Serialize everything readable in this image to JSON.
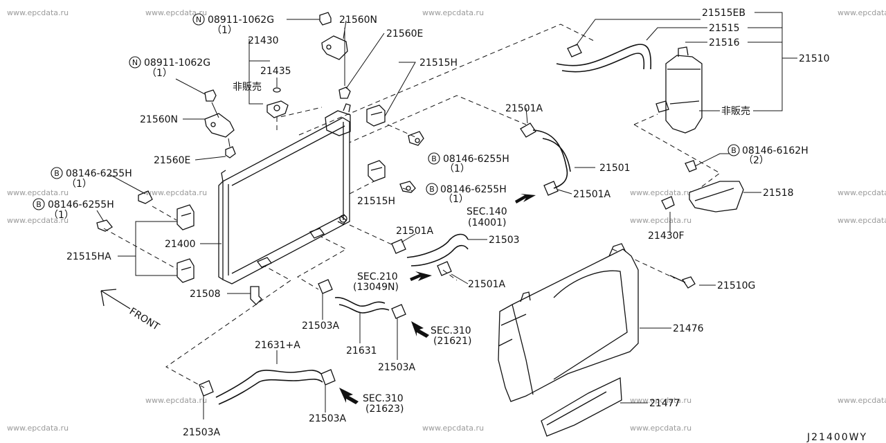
{
  "watermark": "www.epcdata.ru",
  "diagram_code": "J21400WY",
  "front_label": "FRONT",
  "badges": {
    "n": "N",
    "b": "B"
  },
  "not_sold": "非販売",
  "parts": {
    "p21510": "21510",
    "p21515EB": "21515EB",
    "p21515": "21515",
    "p21516": "21516",
    "p21560N_top": "21560N",
    "p21560E_top": "21560E",
    "p21430": "21430",
    "p21435": "21435",
    "p21560N_left": "21560N",
    "p21560E_left": "21560E",
    "p21515H_top": "21515H",
    "p21515H_mid": "21515H",
    "p21501A_top": "21501A",
    "p21501": "21501",
    "p21501A_right": "21501A",
    "p21501A_mid": "21501A",
    "p21501A_low": "21501A",
    "p21503": "21503",
    "p21518": "21518",
    "p21430F": "21430F",
    "p21510G": "21510G",
    "p21476": "21476",
    "p21477": "21477",
    "p21400": "21400",
    "p21515HA": "21515HA",
    "p21508": "21508",
    "p21503A_a": "21503A",
    "p21631": "21631",
    "p21503A_b": "21503A",
    "p21631A": "21631+A",
    "p21503A_c": "21503A",
    "p21503A_d": "21503A"
  },
  "bolts": {
    "n1": {
      "code": "08911-1062G",
      "qty": "（1）"
    },
    "n2": {
      "code": "08911-1062G",
      "qty": "（1）"
    },
    "b1": {
      "code": "08146-6255H",
      "qty": "（1）"
    },
    "b2": {
      "code": "08146-6255H",
      "qty": "（1）"
    },
    "b3": {
      "code": "08146-6255H",
      "qty": "（1）"
    },
    "b4": {
      "code": "08146-6255H",
      "qty": "（1）"
    },
    "b5": {
      "code": "08146-6162H",
      "qty": "（2）"
    }
  },
  "sections": {
    "s140": {
      "sec": "SEC.140",
      "ref": "(14001)"
    },
    "s210": {
      "sec": "SEC.210",
      "ref": "(13049N)"
    },
    "s310a": {
      "sec": "SEC.310",
      "ref": "(21621)"
    },
    "s310b": {
      "sec": "SEC.310",
      "ref": "(21623)"
    }
  }
}
